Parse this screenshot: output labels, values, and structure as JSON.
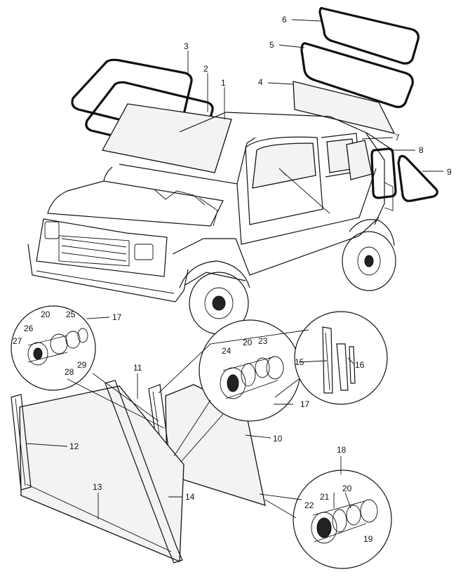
{
  "callouts": {
    "c1": "1",
    "c2": "2",
    "c3": "3",
    "c4": "4",
    "c5": "5",
    "c6": "6",
    "c7": "7",
    "c8": "8",
    "c9": "9",
    "c10": "10",
    "c11": "11",
    "c12": "12",
    "c13": "13",
    "c14": "14",
    "c15": "15",
    "c16": "16",
    "c17a": "17",
    "c17b": "17",
    "c18": "18",
    "c19": "19",
    "c20a": "20",
    "c20b": "20",
    "c20c": "20",
    "c21": "21",
    "c22": "22",
    "c23": "23",
    "c24": "24",
    "c25": "25",
    "c26": "26",
    "c27": "27",
    "c28": "28",
    "c29": "29"
  }
}
